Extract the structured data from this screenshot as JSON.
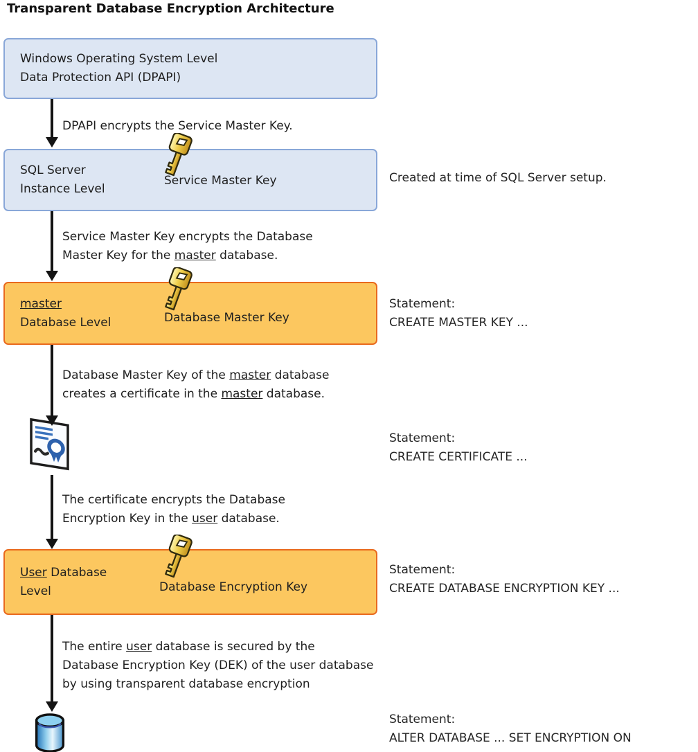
{
  "title": "Transparent Database Encryption Architecture",
  "colors": {
    "blue_box_fill": "#dde6f3",
    "blue_box_border": "#89a7d8",
    "orange_box_fill": "#fcc75f",
    "orange_box_border": "#e9691d",
    "arrow": "#141414",
    "key_gold": "#e9c53b",
    "certificate_blue": "#2e62ad",
    "database_blue": "#5aa7d8"
  },
  "icons": {
    "key": "gold-key",
    "certificate": "certificate-card",
    "database": "database-cylinder"
  },
  "boxes": {
    "windows": {
      "line1": "Windows Operating System Level",
      "line2": "Data Protection API (DPAPI)"
    },
    "sql": {
      "line1": "SQL Server",
      "line2": "Instance Level",
      "key_label": "Service Master Key"
    },
    "master": {
      "line1_u": "master",
      "line2": "Database Level",
      "key_label": "Database Master Key"
    },
    "user": {
      "line1_u": "User",
      "line1_rest": " Database",
      "line2": "Level",
      "key_label": "Database Encryption Key"
    }
  },
  "arrows": {
    "a1": {
      "line1": "DPAPI encrypts the Service Master Key."
    },
    "a2": {
      "line1": "Service Master Key encrypts the Database",
      "line2_pre": "Master Key for the ",
      "line2_u": "master",
      "line2_post": " database."
    },
    "a3": {
      "line1_pre": "Database Master Key of the ",
      "line1_u": "master",
      "line1_post": " database",
      "line2_pre": "creates a certificate in the ",
      "line2_u": "master",
      "line2_post": " database."
    },
    "a4": {
      "line1": "The certificate encrypts the Database",
      "line2_pre": "Encryption Key in the ",
      "line2_u": "user",
      "line2_post": " database."
    },
    "a5": {
      "line1_pre": "The entire ",
      "line1_u": "user",
      "line1_post": " database is secured by the",
      "line2": "Database Encryption Key (DEK) of the user database",
      "line3": "by using transparent database encryption"
    }
  },
  "side": {
    "setup_note": "Created at time of SQL Server setup.",
    "stmt_label": "Statement:",
    "stmt_master": "CREATE MASTER KEY ...",
    "stmt_cert": "CREATE CERTIFICATE ...",
    "stmt_dek": "CREATE DATABASE ENCRYPTION KEY ...",
    "stmt_alter": "ALTER DATABASE ... SET ENCRYPTION ON"
  }
}
